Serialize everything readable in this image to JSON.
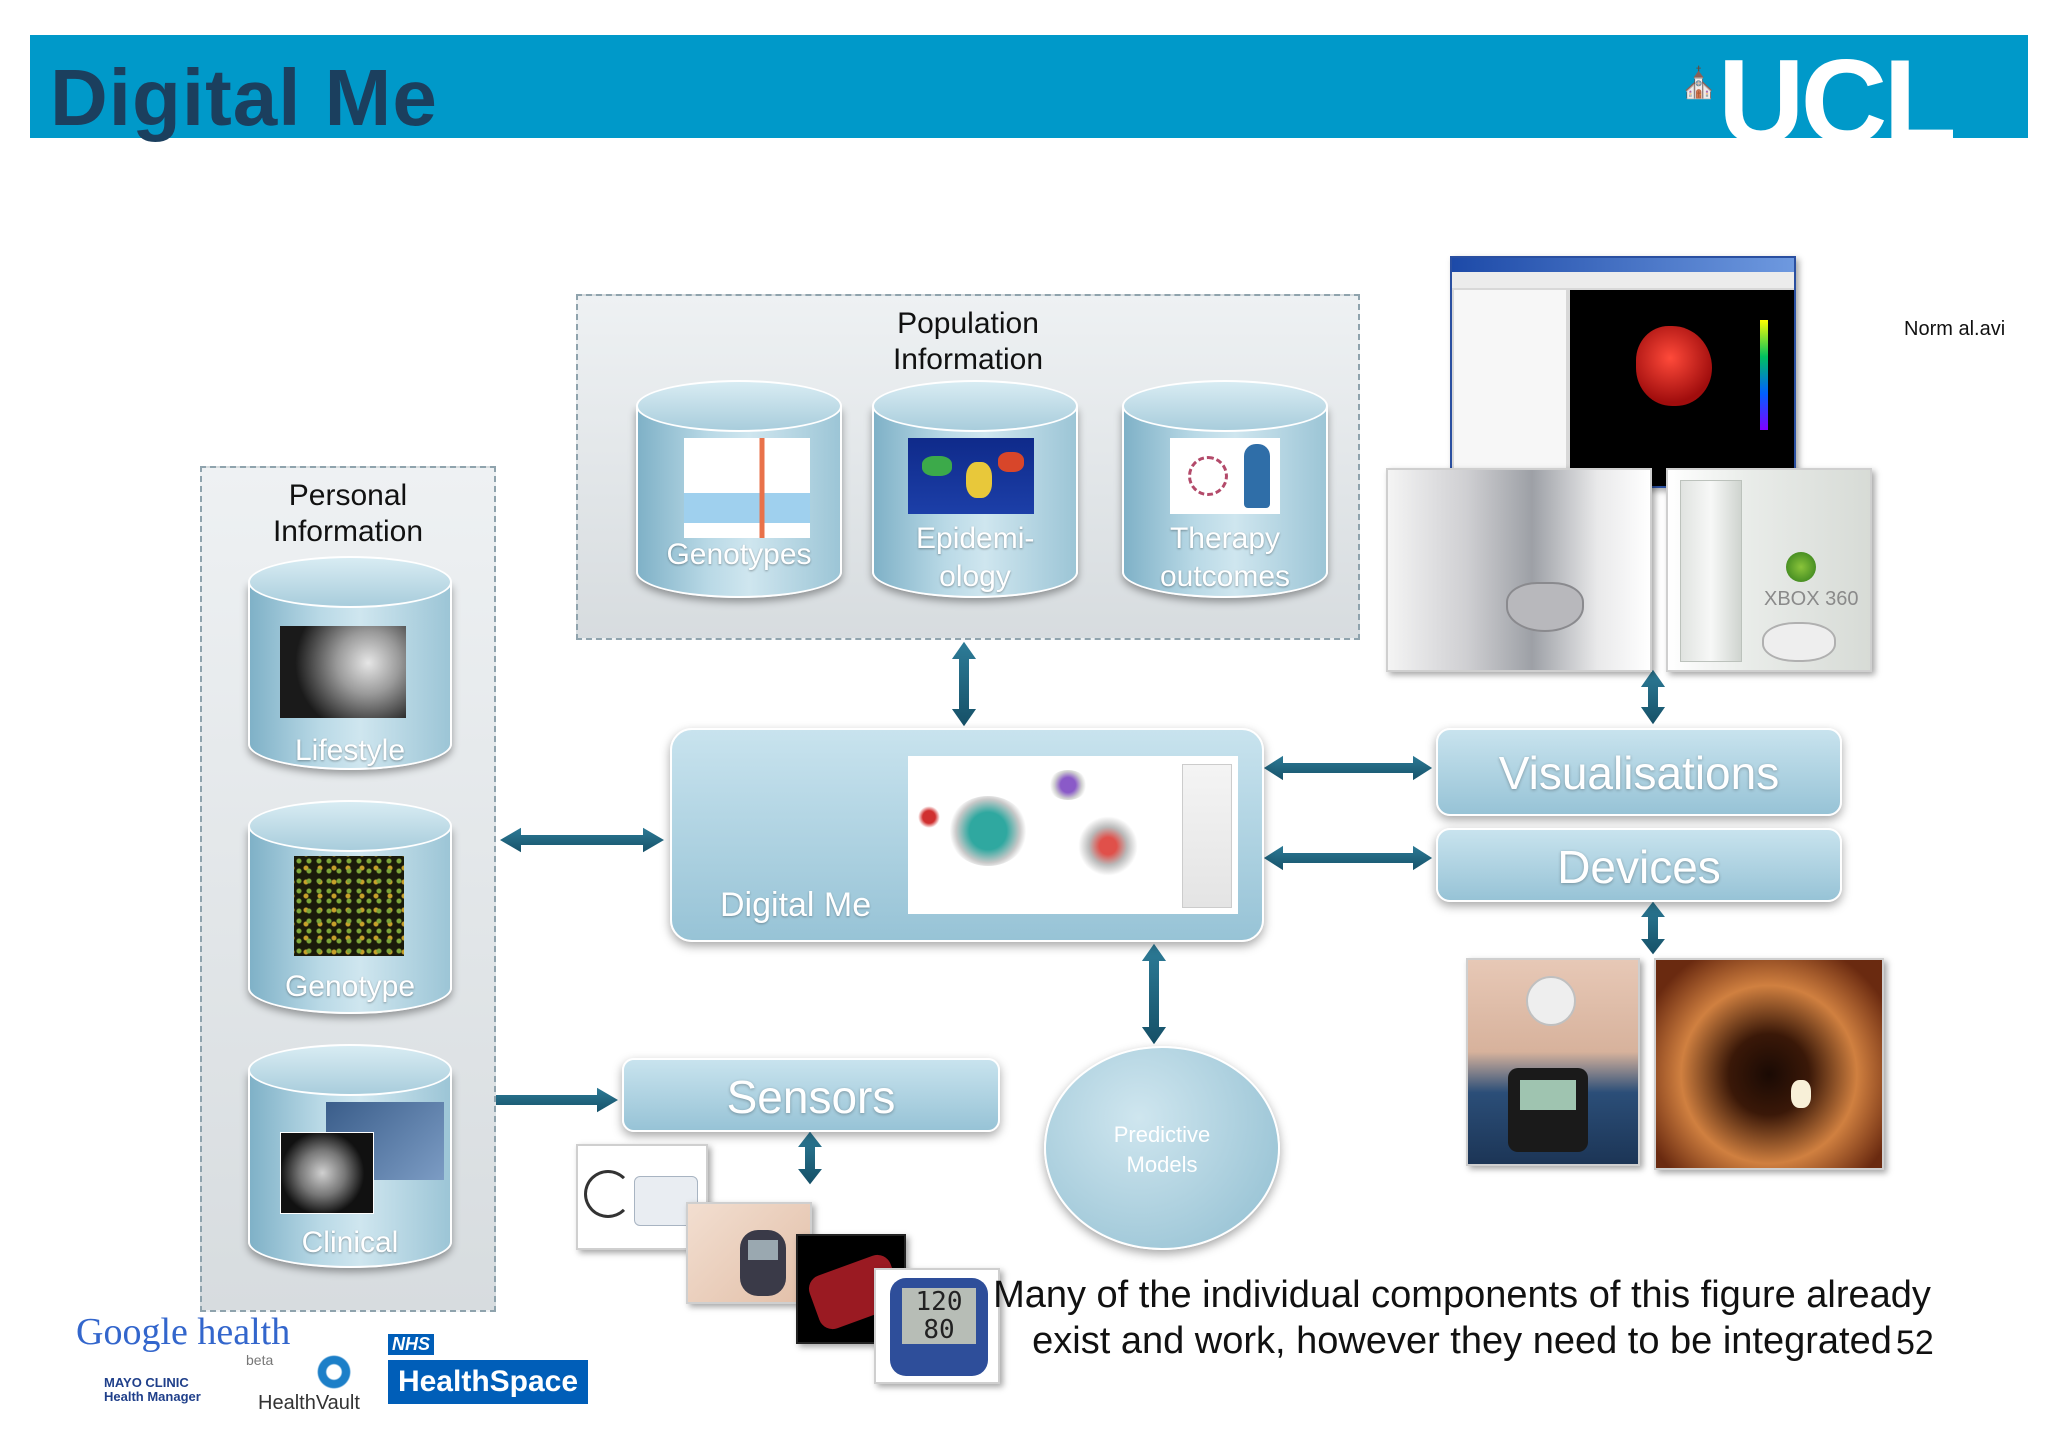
{
  "header": {
    "title": "Digital Me",
    "logo": "UCL",
    "logo_icon": "portico-icon",
    "color": "#0099c9"
  },
  "personal": {
    "title": "Personal Information",
    "items": [
      "Lifestyle",
      "Genotype",
      "Clinical"
    ]
  },
  "population": {
    "title": "Population Information",
    "items": [
      "Genotypes",
      "Epidemi-ology",
      "Therapy outcomes"
    ]
  },
  "center": {
    "label": "Digital Me"
  },
  "visualisations": {
    "label": "Visualisations"
  },
  "devices": {
    "label": "Devices"
  },
  "sensors": {
    "label": "Sensors"
  },
  "predictive": {
    "label": "Predictive Models"
  },
  "video": {
    "filename": "Norm al.avi"
  },
  "logos": {
    "google_health": "Google health",
    "google_beta": "beta",
    "mayo": "MAYO CLINIC Health Manager",
    "healthvault": "HealthVault",
    "nhs": "NHS",
    "healthspace": "HealthSpace"
  },
  "caption": "Many of the individual components of this figure already exist and work, however they need to be integrated",
  "page_number": "52"
}
